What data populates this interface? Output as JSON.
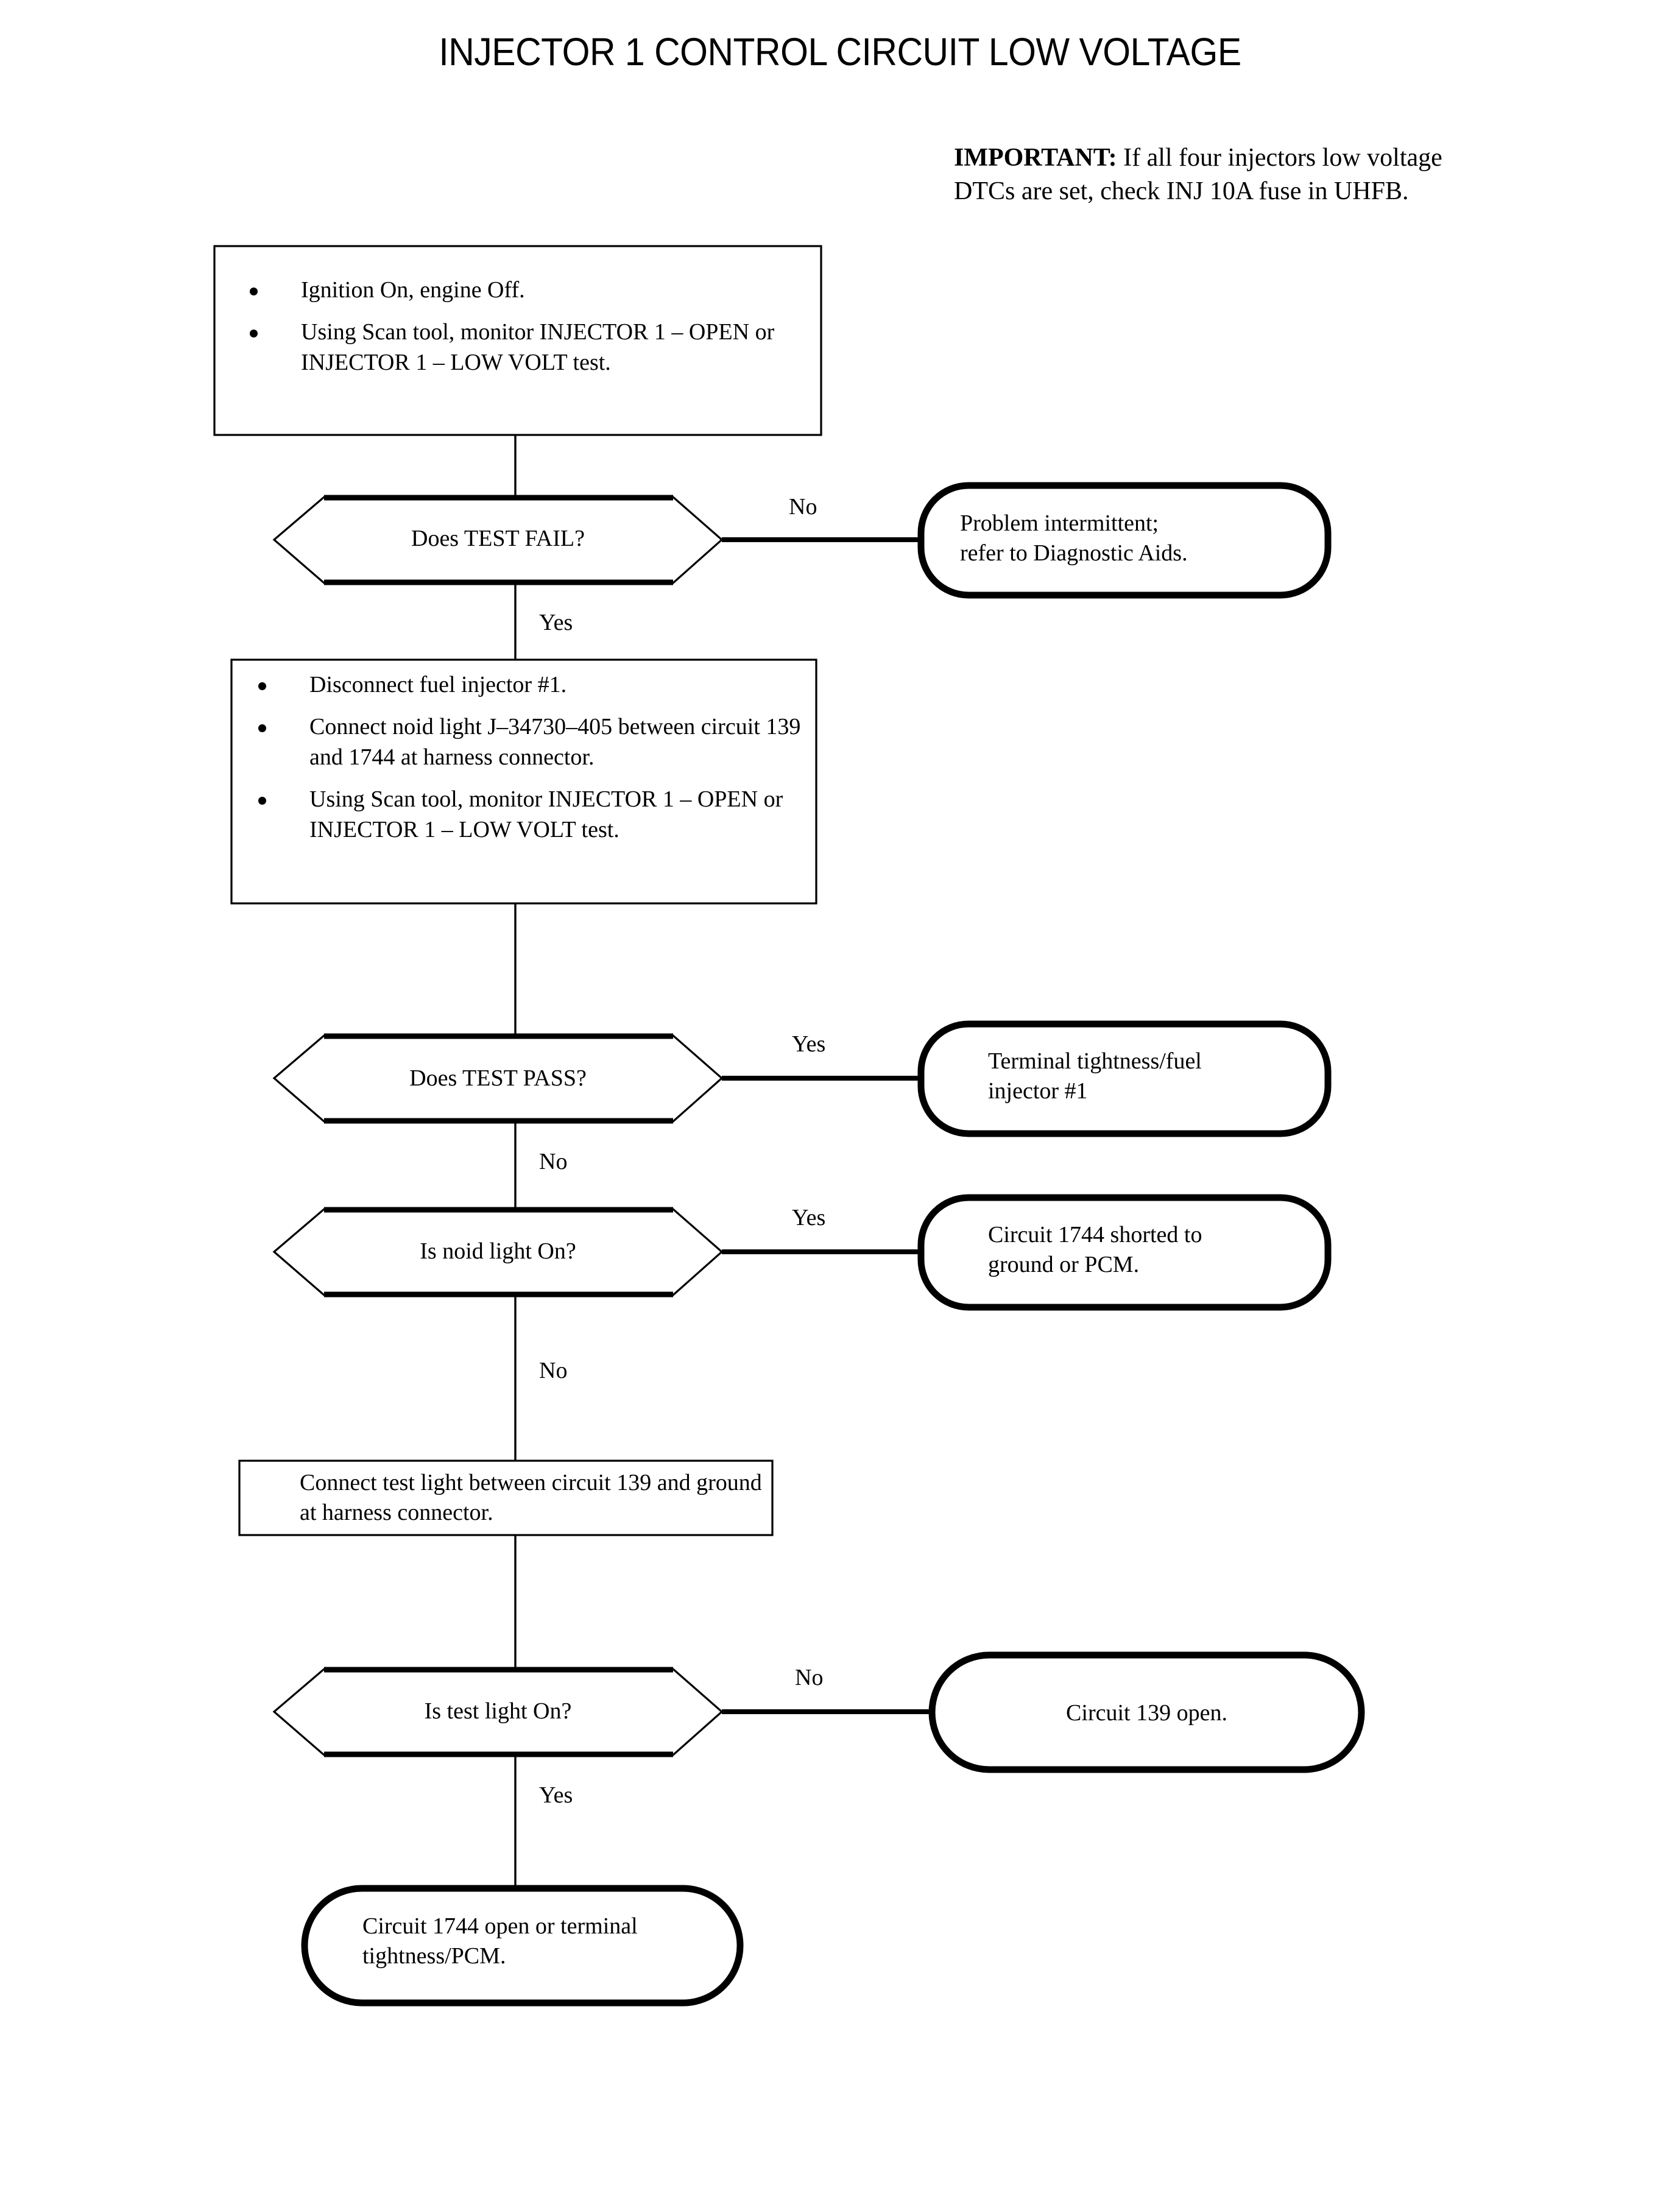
{
  "document": {
    "title": "INJECTOR 1 CONTROL CIRCUIT LOW VOLTAGE"
  },
  "important_note": {
    "lead": "IMPORTANT:",
    "body": " If all four injectors low voltage DTCs are set, check INJ 10A fuse in UHFB."
  },
  "steps": {
    "step1": {
      "name": "ignition-on-monitor-step",
      "bullets": [
        "Ignition On, engine Off.",
        "Using Scan tool, monitor INJECTOR 1 – OPEN or INJECTOR 1 – LOW VOLT test."
      ]
    },
    "step2": {
      "name": "disconnect-injector-noid-step",
      "bullets": [
        "Disconnect fuel injector #1.",
        "Connect noid light J–34730–405 between circuit 139 and 1744 at harness connector.",
        "Using Scan tool, monitor INJECTOR 1 – OPEN or INJECTOR 1 – LOW VOLT test."
      ]
    },
    "step3": {
      "name": "connect-test-light-step",
      "text": "Connect test light between circuit 139 and ground at harness connector."
    }
  },
  "decisions": {
    "d1": {
      "label": "Does TEST FAIL?",
      "yes": "Yes",
      "no": "No"
    },
    "d2": {
      "label": "Does TEST PASS?",
      "yes": "Yes",
      "no": "No"
    },
    "d3": {
      "label": "Is noid light On?",
      "yes": "Yes",
      "no": "No"
    },
    "d4": {
      "label": "Is test light On?",
      "yes": "Yes",
      "no": "No"
    }
  },
  "terminals": {
    "t1": {
      "line1": "Problem intermittent;",
      "line2": "refer to Diagnostic Aids."
    },
    "t2": {
      "line1": "Terminal tightness/fuel",
      "line2": "injector #1"
    },
    "t3": {
      "line1": "Circuit 1744 shorted to",
      "line2": "ground or PCM."
    },
    "t4": {
      "line1": "Circuit 139 open.",
      "line2": ""
    },
    "t5": {
      "line1": "Circuit 1744 open or terminal",
      "line2": "tightness/PCM."
    }
  },
  "colors": {
    "ink": "#000000",
    "paper": "#ffffff"
  }
}
